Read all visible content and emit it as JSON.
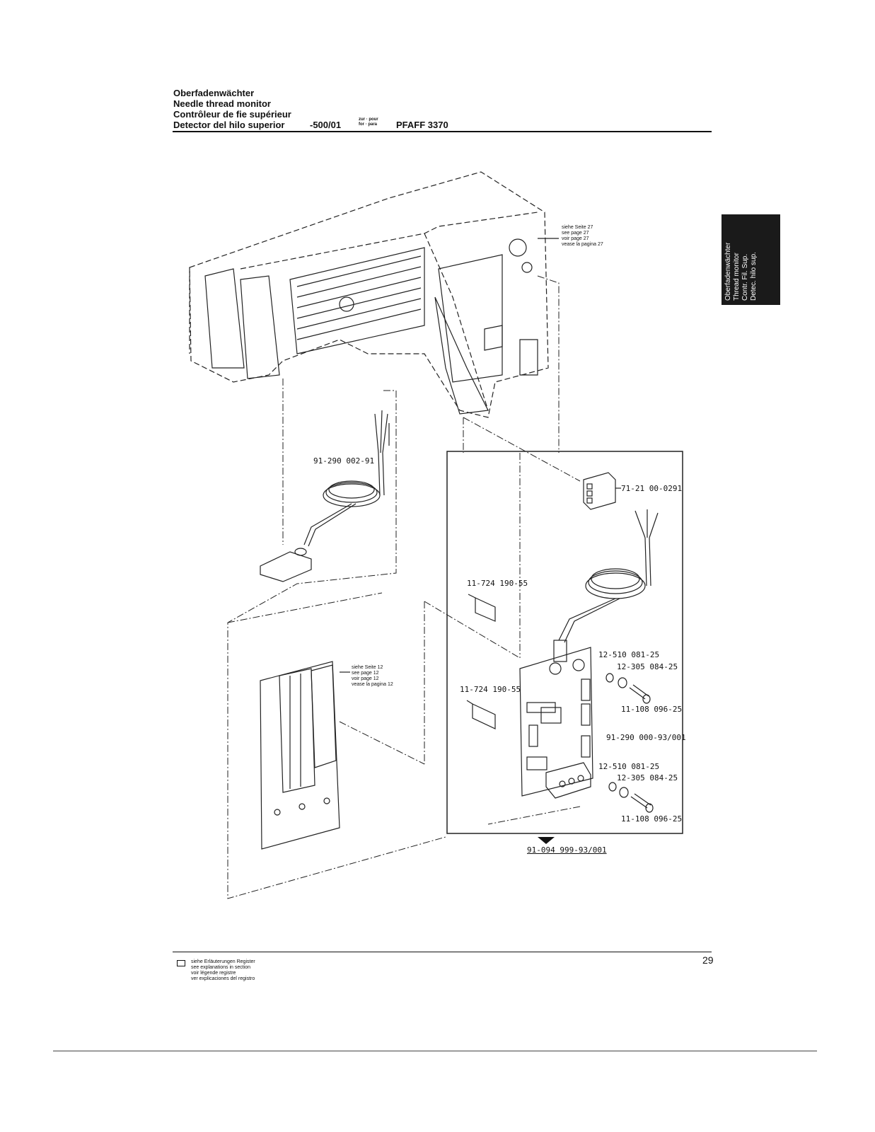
{
  "header": {
    "title_de": "Oberfadenwächter",
    "title_en": "Needle thread monitor",
    "title_fr": "Contrôleur de fie supérieur",
    "title_es": "Detector del hilo superior",
    "model_code": "-500/01",
    "for_top": "zur · pour",
    "for_bottom": "for · para",
    "model_name": "PFAFF 3370"
  },
  "side_tab": {
    "lines": [
      "Oberfadenwächter",
      "Thread monitor",
      "Contr. Fil. Sup.",
      "Detec. hilo sup."
    ]
  },
  "ref_notes": {
    "page27": [
      "siehe Seite 27",
      "see page 27",
      "voir page 27",
      "vease la pagina 27"
    ],
    "page12": [
      "siehe Seite 12",
      "see page 12",
      "voir page 12",
      "vease la pagina 12"
    ]
  },
  "part_labels": {
    "sensor_cable": "91-290 002-91",
    "connector": "71-21 00-0291",
    "spacer_upper": "11-724 190-55",
    "spacer_lower": "11-724 190-55",
    "washer_a1": "12-510 081-25",
    "washer_b1": "12-305 084-25",
    "screw_1": "11-108 096-25",
    "board": "91-290 000-93/001",
    "washer_a2": "12-510 081-25",
    "washer_b2": "12-305 084-25",
    "screw_2": "11-108 096-25",
    "kit": "91-094 999-93/001"
  },
  "footer": {
    "legend": [
      "siehe Erläuterungen Register",
      "see explanations in section",
      "voir légende registre",
      "ver explicaciones del registro"
    ],
    "page_number": "29"
  }
}
